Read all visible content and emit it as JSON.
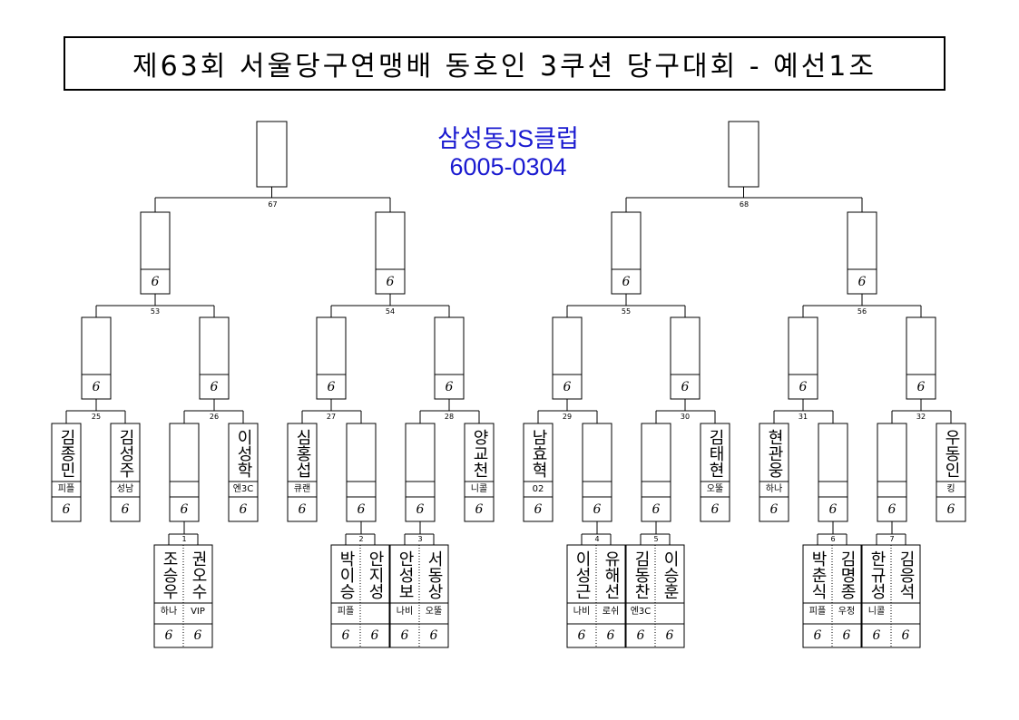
{
  "title": "제63회 서울당구연맹배 동호인 3쿠션 당구대회 - 예선1조",
  "venue": {
    "name": "삼성동JS클럽",
    "phone": "6005-0304"
  },
  "score_mark": "6",
  "match_numbers": {
    "final_left": "67",
    "final_right": "68",
    "semis": [
      "53",
      "54",
      "55",
      "56"
    ],
    "quarters": [
      "25",
      "26",
      "27",
      "28",
      "29",
      "30",
      "31",
      "32"
    ],
    "prelims": [
      "1",
      "2",
      "3",
      "4",
      "5",
      "6",
      "7"
    ]
  },
  "direct_players": [
    {
      "name": "김종민",
      "club": "피플"
    },
    {
      "name": "김성주",
      "club": "성남"
    },
    {
      "name": "이성학",
      "club": "엔3C"
    },
    {
      "name": "심홍섭",
      "club": "큐랜"
    },
    {
      "name": "양교천",
      "club": "니콜"
    },
    {
      "name": "남효혁",
      "club": "02"
    },
    {
      "name": "김태현",
      "club": "오뚤"
    },
    {
      "name": "현관웅",
      "club": "하나"
    },
    {
      "name": "우동인",
      "club": "킹"
    }
  ],
  "prelim_players": [
    {
      "name": "조승우",
      "club": "하나"
    },
    {
      "name": "권오수",
      "club": "VIP"
    },
    {
      "name": "박이승",
      "club": "피플"
    },
    {
      "name": "안지성",
      "club": ""
    },
    {
      "name": "안성보",
      "club": "나비"
    },
    {
      "name": "서동상",
      "club": "오뚤"
    },
    {
      "name": "이성근",
      "club": "나비"
    },
    {
      "name": "유해선",
      "club": "로쉬"
    },
    {
      "name": "김동찬",
      "club": "엔3C"
    },
    {
      "name": "이승훈",
      "club": ""
    },
    {
      "name": "박춘식",
      "club": "피플"
    },
    {
      "name": "김명종",
      "club": "우정"
    },
    {
      "name": "한규성",
      "club": "니콜"
    },
    {
      "name": "김응석",
      "club": ""
    }
  ]
}
